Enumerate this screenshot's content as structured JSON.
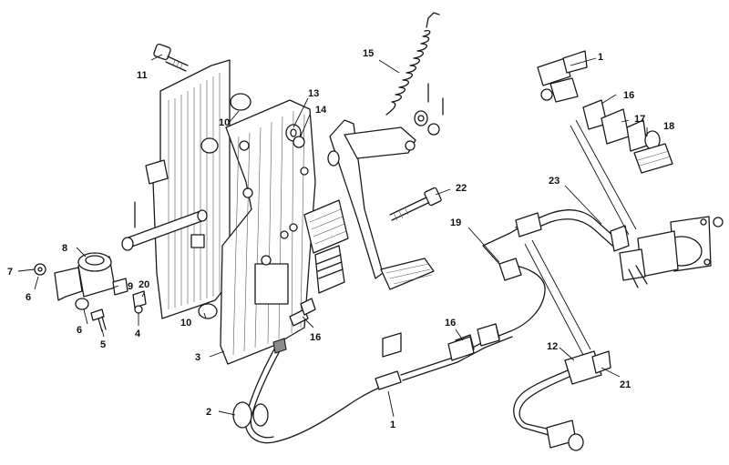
{
  "diagram": {
    "callouts": [
      {
        "id": "c-11",
        "text": "11"
      },
      {
        "id": "c-15",
        "text": "15"
      },
      {
        "id": "c-1-top",
        "text": "1"
      },
      {
        "id": "c-16-top",
        "text": "16"
      },
      {
        "id": "c-17",
        "text": "17"
      },
      {
        "id": "c-18",
        "text": "18"
      },
      {
        "id": "c-13",
        "text": "13"
      },
      {
        "id": "c-14",
        "text": "14"
      },
      {
        "id": "c-10-top",
        "text": "10"
      },
      {
        "id": "c-22",
        "text": "22"
      },
      {
        "id": "c-23",
        "text": "23"
      },
      {
        "id": "c-19",
        "text": "19"
      },
      {
        "id": "c-8",
        "text": "8"
      },
      {
        "id": "c-7",
        "text": "7"
      },
      {
        "id": "c-6-top",
        "text": "6"
      },
      {
        "id": "c-9",
        "text": "9"
      },
      {
        "id": "c-20",
        "text": "20"
      },
      {
        "id": "c-6-bottom",
        "text": "6"
      },
      {
        "id": "c-10-bottom",
        "text": "10"
      },
      {
        "id": "c-16-mid",
        "text": "16"
      },
      {
        "id": "c-4",
        "text": "4"
      },
      {
        "id": "c-5",
        "text": "5"
      },
      {
        "id": "c-3",
        "text": "3"
      },
      {
        "id": "c-16-bottom",
        "text": "16"
      },
      {
        "id": "c-12",
        "text": "12"
      },
      {
        "id": "c-2",
        "text": "2"
      },
      {
        "id": "c-1-bottom",
        "text": "1"
      },
      {
        "id": "c-21",
        "text": "21"
      }
    ]
  }
}
